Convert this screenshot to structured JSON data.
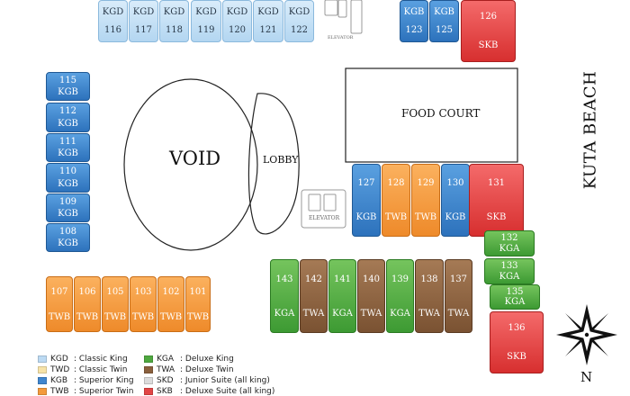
{
  "colors": {
    "KGD": "#bcdaf3",
    "TWD": "#f7e3a8",
    "KGB": "#3f86cf",
    "TWB": "#f39a3c",
    "KGA": "#4ea83f",
    "TWA": "#8a603d",
    "SKD": "#dcdcdc",
    "SKB": "#e24545"
  },
  "areas": {
    "void": "VOID",
    "lobby": "LOBBY",
    "food_court": "FOOD COURT",
    "elevator_top": "ELEVATOR",
    "elevator_mid": "ELEVATOR",
    "beach": "KUTA BEACH",
    "north": "N"
  },
  "rooms": [
    {
      "number": "116",
      "type": "KGD",
      "number_first": false
    },
    {
      "number": "117",
      "type": "KGD",
      "number_first": false
    },
    {
      "number": "118",
      "type": "KGD",
      "number_first": false
    },
    {
      "number": "119",
      "type": "KGD",
      "number_first": false
    },
    {
      "number": "120",
      "type": "KGD",
      "number_first": false
    },
    {
      "number": "121",
      "type": "KGD",
      "number_first": false
    },
    {
      "number": "122",
      "type": "KGD",
      "number_first": false
    },
    {
      "number": "123",
      "type": "KGB",
      "number_first": false
    },
    {
      "number": "125",
      "type": "KGB",
      "number_first": false
    },
    {
      "number": "126",
      "type": "SKB",
      "number_first": true
    },
    {
      "number": "115",
      "type": "KGB",
      "number_first": true
    },
    {
      "number": "112",
      "type": "KGB",
      "number_first": true
    },
    {
      "number": "111",
      "type": "KGB",
      "number_first": true
    },
    {
      "number": "110",
      "type": "KGB",
      "number_first": true
    },
    {
      "number": "109",
      "type": "KGB",
      "number_first": true
    },
    {
      "number": "108",
      "type": "KGB",
      "number_first": true
    },
    {
      "number": "127",
      "type": "KGB",
      "number_first": true
    },
    {
      "number": "128",
      "type": "TWB",
      "number_first": true
    },
    {
      "number": "129",
      "type": "TWB",
      "number_first": true
    },
    {
      "number": "130",
      "type": "KGB",
      "number_first": true
    },
    {
      "number": "131",
      "type": "SKB",
      "number_first": true
    },
    {
      "number": "132",
      "type": "KGA",
      "number_first": true
    },
    {
      "number": "133",
      "type": "KGA",
      "number_first": true
    },
    {
      "number": "135",
      "type": "KGA",
      "number_first": true
    },
    {
      "number": "136",
      "type": "SKB",
      "number_first": true
    },
    {
      "number": "107",
      "type": "TWB",
      "number_first": true
    },
    {
      "number": "106",
      "type": "TWB",
      "number_first": true
    },
    {
      "number": "105",
      "type": "TWB",
      "number_first": true
    },
    {
      "number": "103",
      "type": "TWB",
      "number_first": true
    },
    {
      "number": "102",
      "type": "TWB",
      "number_first": true
    },
    {
      "number": "101",
      "type": "TWB",
      "number_first": true
    },
    {
      "number": "143",
      "type": "KGA",
      "number_first": true
    },
    {
      "number": "142",
      "type": "TWA",
      "number_first": true
    },
    {
      "number": "141",
      "type": "KGA",
      "number_first": true
    },
    {
      "number": "140",
      "type": "TWA",
      "number_first": true
    },
    {
      "number": "139",
      "type": "KGA",
      "number_first": true
    },
    {
      "number": "138",
      "type": "TWA",
      "number_first": true
    },
    {
      "number": "137",
      "type": "TWA",
      "number_first": true
    }
  ],
  "legend": [
    {
      "code": "KGD",
      "desc": ": Classic King"
    },
    {
      "code": "TWD",
      "desc": ": Classic Twin"
    },
    {
      "code": "KGB",
      "desc": ": Superior King"
    },
    {
      "code": "TWB",
      "desc": ": Superior Twin"
    },
    {
      "code": "KGA",
      "desc": ": Deluxe King"
    },
    {
      "code": "TWA",
      "desc": ": Deluxe Twin"
    },
    {
      "code": "SKD",
      "desc": ": Junior Suite (all king)"
    },
    {
      "code": "SKB",
      "desc": ": Deluxe Suite (all king)"
    }
  ]
}
